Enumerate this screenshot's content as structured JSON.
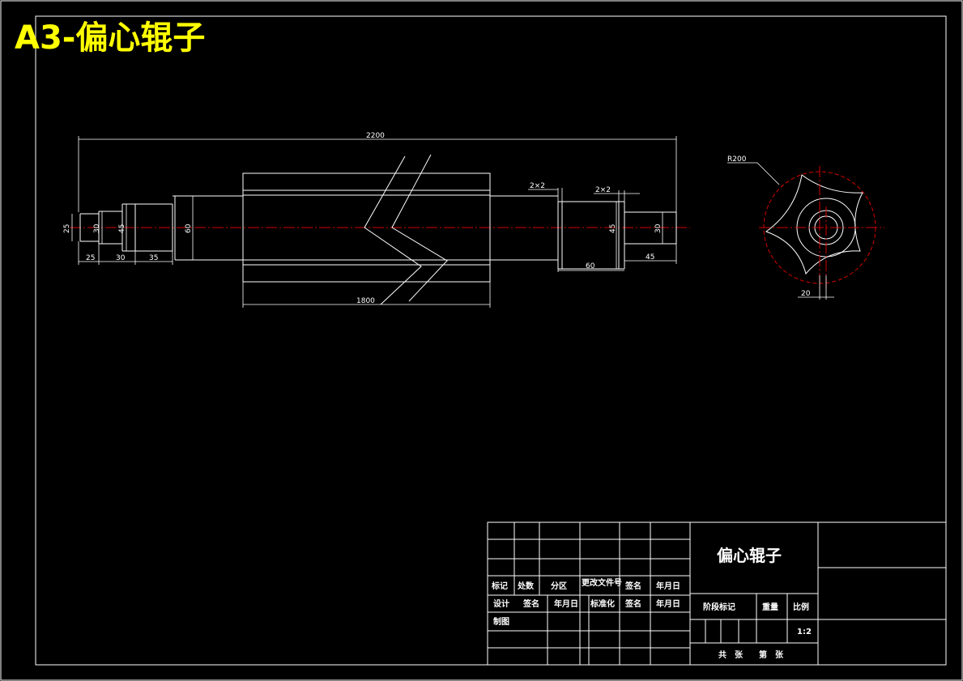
{
  "sheet_title": "A3-偏心辊子",
  "dimensions": {
    "overall_length": "2200",
    "roller_length": "1800",
    "chamfer_left": "2×2",
    "chamfer_right": "2×2",
    "d25": "25",
    "d30_left": "30",
    "d45_left": "45",
    "d60_left": "60",
    "d45_right": "45",
    "d30_right": "30",
    "len_25": "25",
    "len_30": "30",
    "len_35": "35",
    "len_60": "60",
    "len_45": "45",
    "radius": "R200",
    "offset": "20"
  },
  "title_block": {
    "part_name": "偏心辊子",
    "row_labels": {
      "mark": "标记",
      "count": "处数",
      "zone": "分区",
      "change_doc": "更改文件号",
      "sign1": "签名",
      "date1": "年月日",
      "design": "设计",
      "sign2": "签名",
      "date2": "年月日",
      "standard": "标准化",
      "sign3": "签名",
      "date3": "年月日",
      "drawn": "制图"
    },
    "stage_mark": "阶段标记",
    "weight": "重量",
    "scale_label": "比例",
    "scale_value": "1:2",
    "sheets": "共　张　　第　张"
  }
}
